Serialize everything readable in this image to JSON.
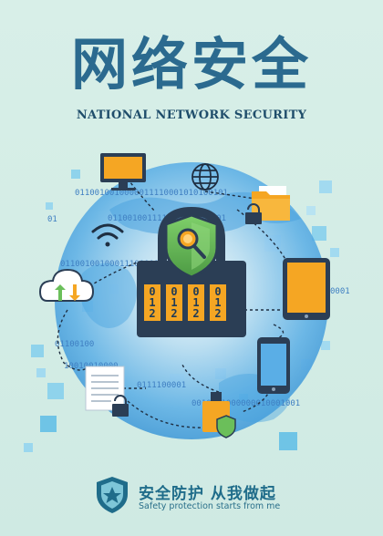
{
  "header": {
    "title": "网络安全",
    "subtitle": "NATIONAL NETWORK SECURITY"
  },
  "binary_strings": [
    "0110010010000011110001010100101",
    "011001001111000111000101",
    "0110010010001110000111001",
    "01",
    "0001",
    "01100100",
    "10010010000",
    "0111100001",
    "0010001000000010001001"
  ],
  "lock": {
    "digits": [
      "0",
      "1",
      "2",
      "0",
      "1",
      "2",
      "0",
      "1",
      "2",
      "0",
      "1",
      "2"
    ]
  },
  "footer": {
    "slogan": "安全防护 从我做起",
    "tagline": "Safety protection starts from me"
  },
  "colors": {
    "background": "#d5ede6",
    "title": "#2b6a8f",
    "globe": "#5aaee6",
    "accent_orange": "#f5a623",
    "lock_body": "#2b3e55",
    "shield_green": "#6bbf5a"
  }
}
